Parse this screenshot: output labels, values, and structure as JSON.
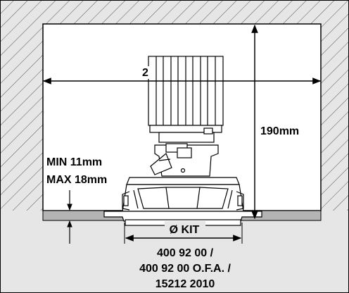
{
  "labels": {
    "width_marker": "2",
    "height": "190mm",
    "min": "MIN 11mm",
    "max": "MAX 18mm",
    "kit": "Ø KIT",
    "code_line1": "400 92 00 /",
    "code_line2": "400 92 00 O.F.A. /",
    "code_line3": "15212 2010"
  },
  "colors": {
    "background": "#e6e6e6",
    "ceiling_board": "#b4b4b4",
    "hatch": "#444444",
    "line": "#000000",
    "fixture": "#ffffff"
  }
}
